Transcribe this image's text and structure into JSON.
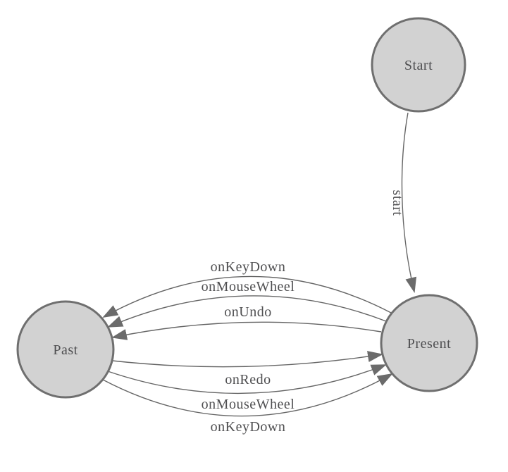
{
  "diagram": {
    "type": "state-machine",
    "background_color": "#ffffff",
    "node_fill_color": "#d2d2d2",
    "node_border_color": "#6f6f6f",
    "edge_line_color": "#656565",
    "arrowhead_color": "#6b6b6b",
    "label_color": "#4f4f51",
    "nodes": [
      {
        "id": "start",
        "label": "Start"
      },
      {
        "id": "present",
        "label": "Present"
      },
      {
        "id": "past",
        "label": "Past"
      }
    ],
    "edges": [
      {
        "from": "Start",
        "to": "Present",
        "label": "start"
      },
      {
        "from": "Present",
        "to": "Past",
        "label": "onKeyDown"
      },
      {
        "from": "Present",
        "to": "Past",
        "label": "onMouseWheel"
      },
      {
        "from": "Present",
        "to": "Past",
        "label": "onUndo"
      },
      {
        "from": "Past",
        "to": "Present",
        "label": "onRedo"
      },
      {
        "from": "Past",
        "to": "Present",
        "label": "onMouseWheel"
      },
      {
        "from": "Past",
        "to": "Present",
        "label": "onKeyDown"
      }
    ]
  }
}
